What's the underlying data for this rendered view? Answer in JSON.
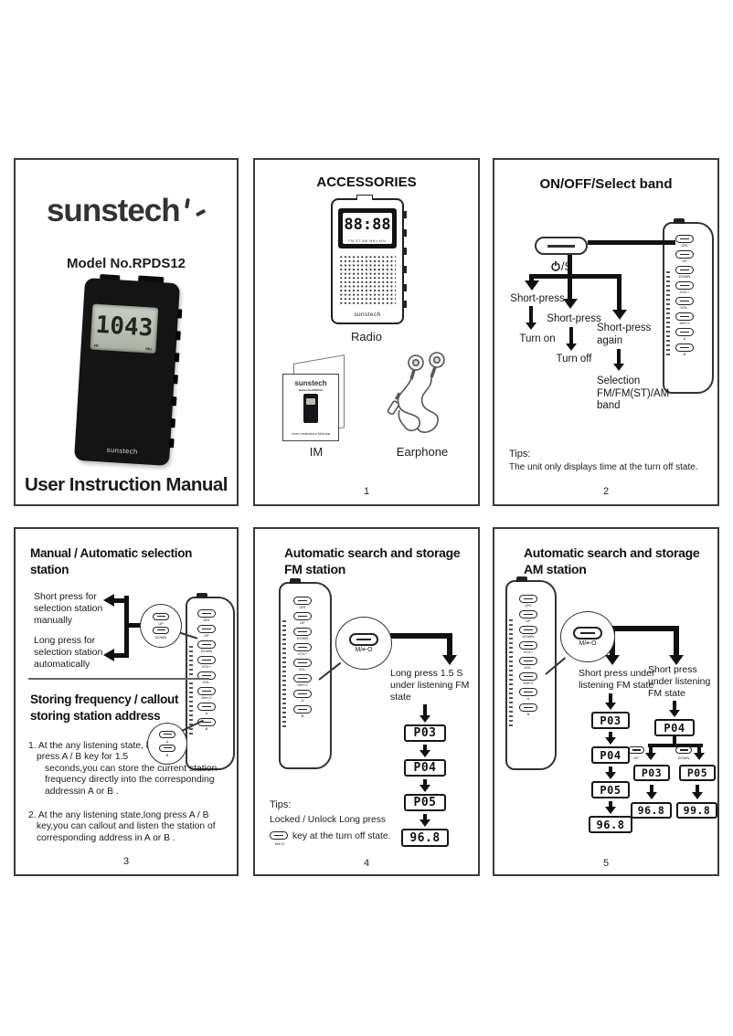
{
  "device": {
    "side_buttons": [
      "⏻/S",
      "UP",
      "DOWN",
      "VOL+",
      "VOL-",
      "M/⇤O",
      "A",
      "B"
    ]
  },
  "cover": {
    "logo": "sunstech",
    "model": "Model No.RPDS12",
    "lcd": "1043",
    "lcd_left": "FM",
    "lcd_right": "MHz",
    "device_brand": "sunstech",
    "title": "User Instruction Manual"
  },
  "accessories": {
    "title": "ACCESSORIES",
    "lcd": "88:88",
    "lcd_band": "FM ST AM MHz kHz",
    "radio_brand": "sunstech",
    "radio_caption": "Radio",
    "booklet_logo": "sunstech",
    "booklet_model": "Model No.RPDS12",
    "booklet_footer": "User Instruction Manual",
    "im_caption": "IM",
    "earphone_caption": "Earphone",
    "page_no": "1"
  },
  "onoff": {
    "title": "ON/OFF/Select band",
    "power_label": "/S",
    "flow": [
      {
        "press": "Short-press",
        "result": "Turn on"
      },
      {
        "press": "Short-press",
        "result": "Turn off"
      },
      {
        "press": "Short-press again",
        "result": "Selection FM/FM(ST)/AM band"
      }
    ],
    "tips_label": "Tips:",
    "tips_text": "The unit only displays time at the turn off state.",
    "page_no": "2"
  },
  "manual_auto": {
    "title": "Manual / Automatic selection station",
    "short_press": "Short press for selection station manually",
    "long_press": "Long press for selection station automatically",
    "callout_up": "UP",
    "callout_down": "DOWN",
    "callout_a": "A",
    "callout_b": "B",
    "subtitle": "Storing frequency / callout storing station address",
    "item1a": "1. At the any listening state, long press  A / B key for 1.5",
    "item1b": "seconds,you can store the current station frequency directly into the corresponding addressin A or B .",
    "item2": "2. At the any listening state,long press  A / B key,you can callout and listen the station of corresponding  address in A or B .",
    "page_no": "3"
  },
  "fm": {
    "title_line1": "Automatic search and storage",
    "title_line2": "FM station",
    "callout_label": "M/⇤O",
    "action": "Long press 1.5 S under listening FM state",
    "seq": [
      "P03",
      "P04",
      "P05",
      "96.8"
    ],
    "tips_label": "Tips:",
    "tips_line1": "Locked / Unlock Long press",
    "tips_key_label": "M/⇤O",
    "tips_line2": "key at the turn off state.",
    "page_no": "4"
  },
  "am": {
    "title_line1": "Automatic search and storage",
    "title_line2": "AM station",
    "callout_label": "M/⇤O",
    "left_action": "Short press under listening FM state",
    "right_action": "Short press under listening FM state",
    "left_seq": [
      "P03",
      "P04",
      "P05",
      "96.8"
    ],
    "right_top": "P04",
    "up_label": "UP",
    "down_label": "DOWN",
    "up_seq": [
      "P03",
      "96.8"
    ],
    "down_seq": [
      "P05",
      "99.8"
    ],
    "page_no": "5"
  }
}
